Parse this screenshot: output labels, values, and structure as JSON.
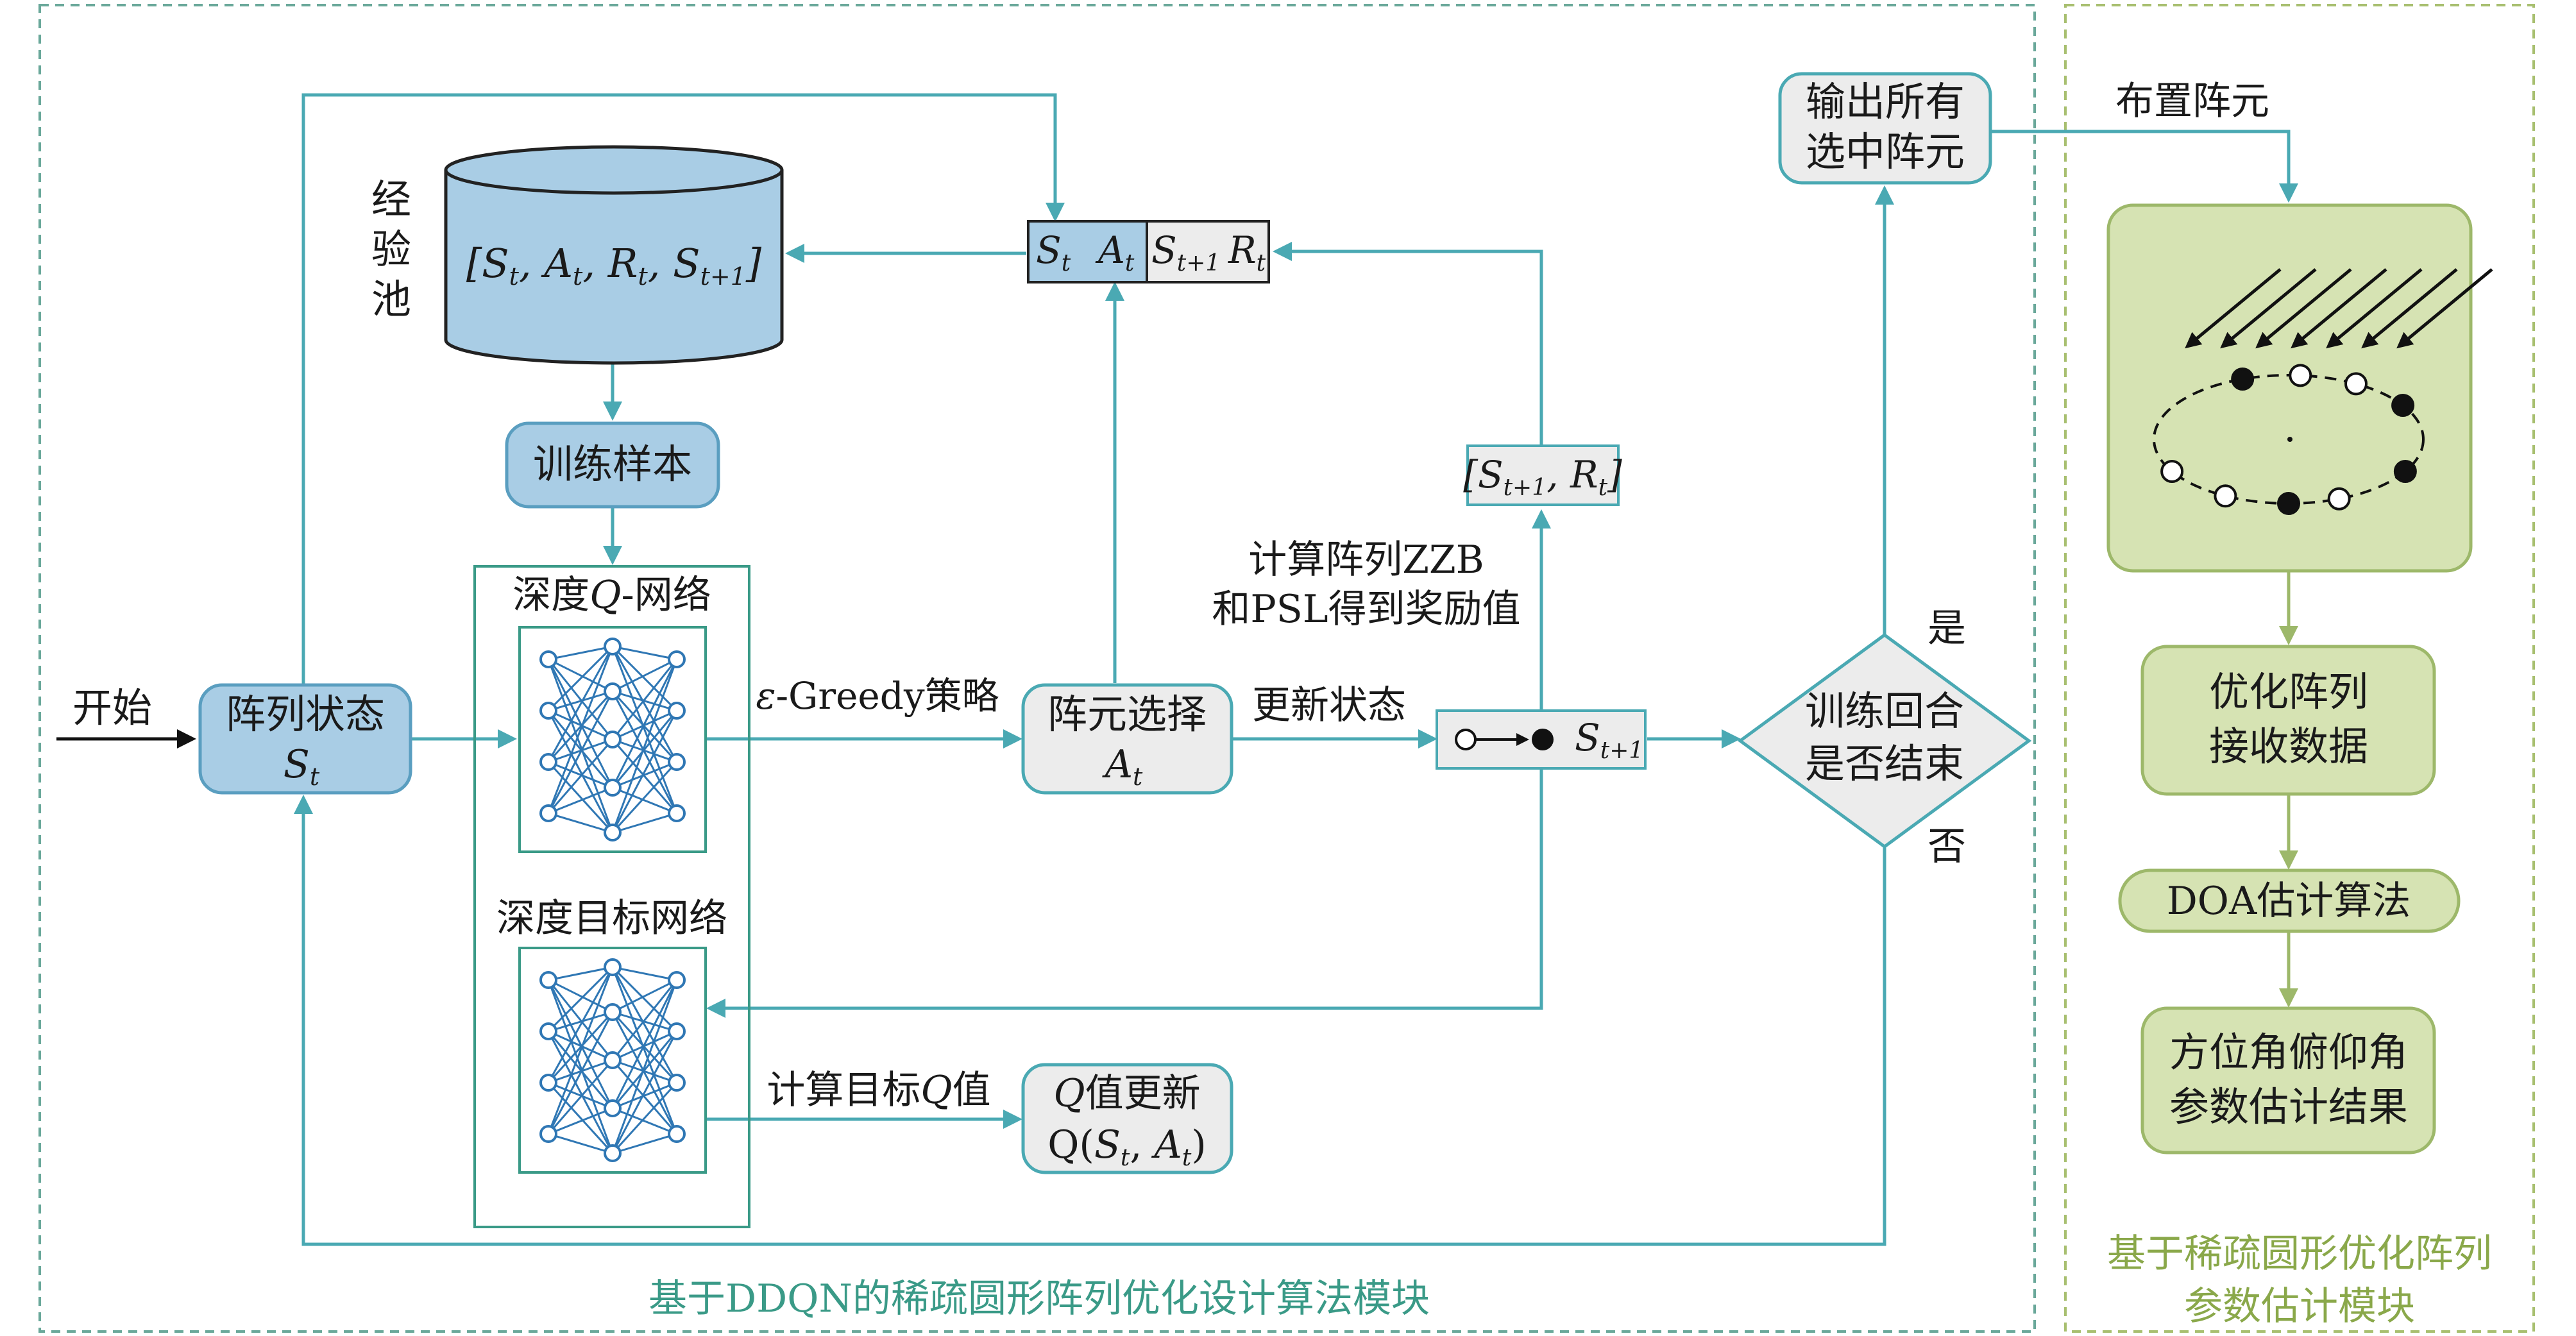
{
  "diagram": {
    "start_label": "开始",
    "array_state": {
      "line1": "阵列状态",
      "line2": "S",
      "sub": "t"
    },
    "experience_pool_label": [
      "经",
      "验",
      "池"
    ],
    "pool_content": "[S_t, A_t, R_t, S_t+1]",
    "training_samples": "训练样本",
    "deep_q_network": "深度Q-网络",
    "deep_target_network": "深度目标网络",
    "policy_label": "ε-Greedy策略",
    "element_select": {
      "line1": "阵元选择",
      "line2": "A",
      "sub": "t"
    },
    "update_state_label": "更新状态",
    "transition_box": {
      "main": "S",
      "sub": "t+1"
    },
    "tuple_box": [
      "S_t",
      "A_t",
      "S_t+1",
      "R_t"
    ],
    "reward_box": "[S_t+1, R_t]",
    "compute_reward_label": [
      "计算阵列ZZB",
      "和PSL得到奖励值"
    ],
    "decision": [
      "训练回合",
      "是否结束"
    ],
    "yes_label": "是",
    "no_label": "否",
    "output_box": [
      "输出所有",
      "选中阵元"
    ],
    "compute_target_label": "计算目标Q值",
    "q_update": [
      "Q值更新",
      "Q(S_t, A_t)"
    ],
    "left_module_caption": "基于DDQN的稀疏圆形阵列优化设计算法模块"
  },
  "right_module": {
    "place_elements_label": "布置阵元",
    "optimize_receive": [
      "优化阵列",
      "接收数据"
    ],
    "doa_algorithm": "DOA估计算法",
    "result_box": [
      "方位角俯仰角",
      "参数估计结果"
    ],
    "caption": [
      "基于稀疏圆形优化阵列",
      "参数估计模块"
    ]
  },
  "colors": {
    "teal_line": "#4aa9b3",
    "blue_fill": "#a9cde5",
    "blue_stroke": "#5a9ec0",
    "gray_fill": "#ececec",
    "green_fill": "#d6e3b3",
    "green_stroke": "#9db86a",
    "nn_blue": "#2f77b4",
    "caption_teal": "#3a9a87"
  }
}
